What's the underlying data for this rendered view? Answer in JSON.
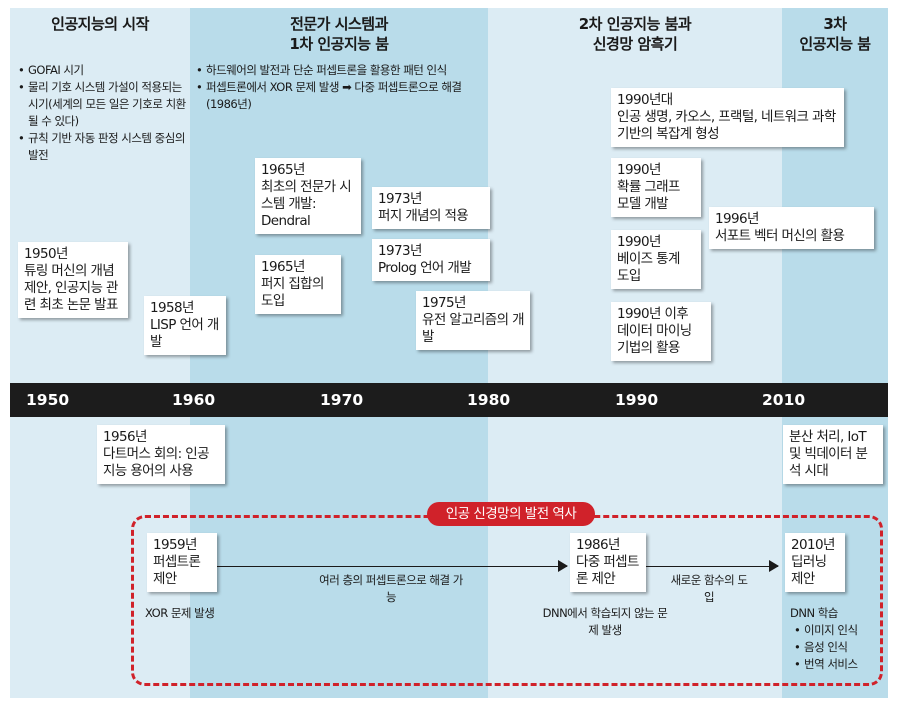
{
  "eras": [
    {
      "title": "인공지능의 시작"
    },
    {
      "title_l1": "전문가 시스템과",
      "title_l2": "1차 인공지능 붐"
    },
    {
      "title_l1": "2차 인공지능 붐과",
      "title_l2": "신경망 암흑기"
    },
    {
      "title_l1": "3차",
      "title_l2": "인공지능 붐"
    }
  ],
  "era1_bullets": [
    "GOFAI 시기",
    "물리 기호 시스템 가설이 적용되는 시기(세계의 모든 일은 기호로 치환될 수 있다)",
    "규칙 기반 자동 판정 시스템 중심의 발전"
  ],
  "era2_bullets": [
    "하드웨어의 발전과 단순 퍼셉트론을 활용한 패턴 인식",
    "퍼셉트론에서 XOR 문제 발생 ➡ 다중 퍼셉트론으로 해결(1986년)"
  ],
  "years": [
    "1950",
    "1960",
    "1970",
    "1980",
    "1990",
    "2010"
  ],
  "events_top": {
    "e1950": {
      "year": "1950년",
      "text": "튜링 머신의 개념 제안, 인공지능 관련 최초 논문 발표"
    },
    "e1958": {
      "year": "1958년",
      "text": "LISP 언어 개발"
    },
    "e1965a": {
      "year": "1965년",
      "text": "최초의 전문가 시스템 개발: Dendral"
    },
    "e1965b": {
      "year": "1965년",
      "text": "퍼지 집합의 도입"
    },
    "e1973a": {
      "year": "1973년",
      "text": "퍼지 개념의 적용"
    },
    "e1973b": {
      "year": "1973년",
      "text": "Prolog 언어 개발"
    },
    "e1975": {
      "year": "1975년",
      "text": "유전 알고리즘의 개발"
    },
    "e1990a": {
      "year": "1990년대",
      "text": "인공 생명, 카오스, 프랙털, 네트워크 과학 기반의 복잡계 형성"
    },
    "e1990b": {
      "year": "1990년",
      "text": "확률 그래프 모델 개발"
    },
    "e1990c": {
      "year": "1990년",
      "text": "베이즈 통계 도입"
    },
    "e1990d": {
      "year": "1990년 이후",
      "text": "데이터 마이닝 기법의 활용"
    },
    "e1996": {
      "year": "1996년",
      "text": "서포트 벡터 머신의 활용"
    }
  },
  "events_bottom": {
    "e1956": {
      "year": "1956년",
      "text": "다트머스 회의: 인공지능 용어의 사용"
    },
    "e2010a": {
      "text": "분산 처리, IoT 및 빅데이터 분석 시대"
    }
  },
  "neural_net": {
    "title": "인공 신경망의 발전 역사",
    "n1959": {
      "year": "1959년",
      "text": "퍼셉트론 제안",
      "note": "XOR 문제 발생"
    },
    "arrow1_note": "여러 층의 퍼셉트론으로 해결 가능",
    "n1986": {
      "year": "1986년",
      "text": "다중 퍼셉트론 제안",
      "note": "DNN에서 학습되지 않는 문제 발생"
    },
    "arrow2_note": "새로운 함수의 도입",
    "n2010": {
      "year": "2010년",
      "text": "딥러닝 제안",
      "note": "DNN 학습"
    },
    "dnn_items": [
      "이미지 인식",
      "음성 인식",
      "번역 서비스"
    ]
  },
  "colors": {
    "band_light": "#dcecf4",
    "band_dark": "#b9dcea",
    "axis": "#1c1c1c",
    "accent": "#d0222a"
  }
}
